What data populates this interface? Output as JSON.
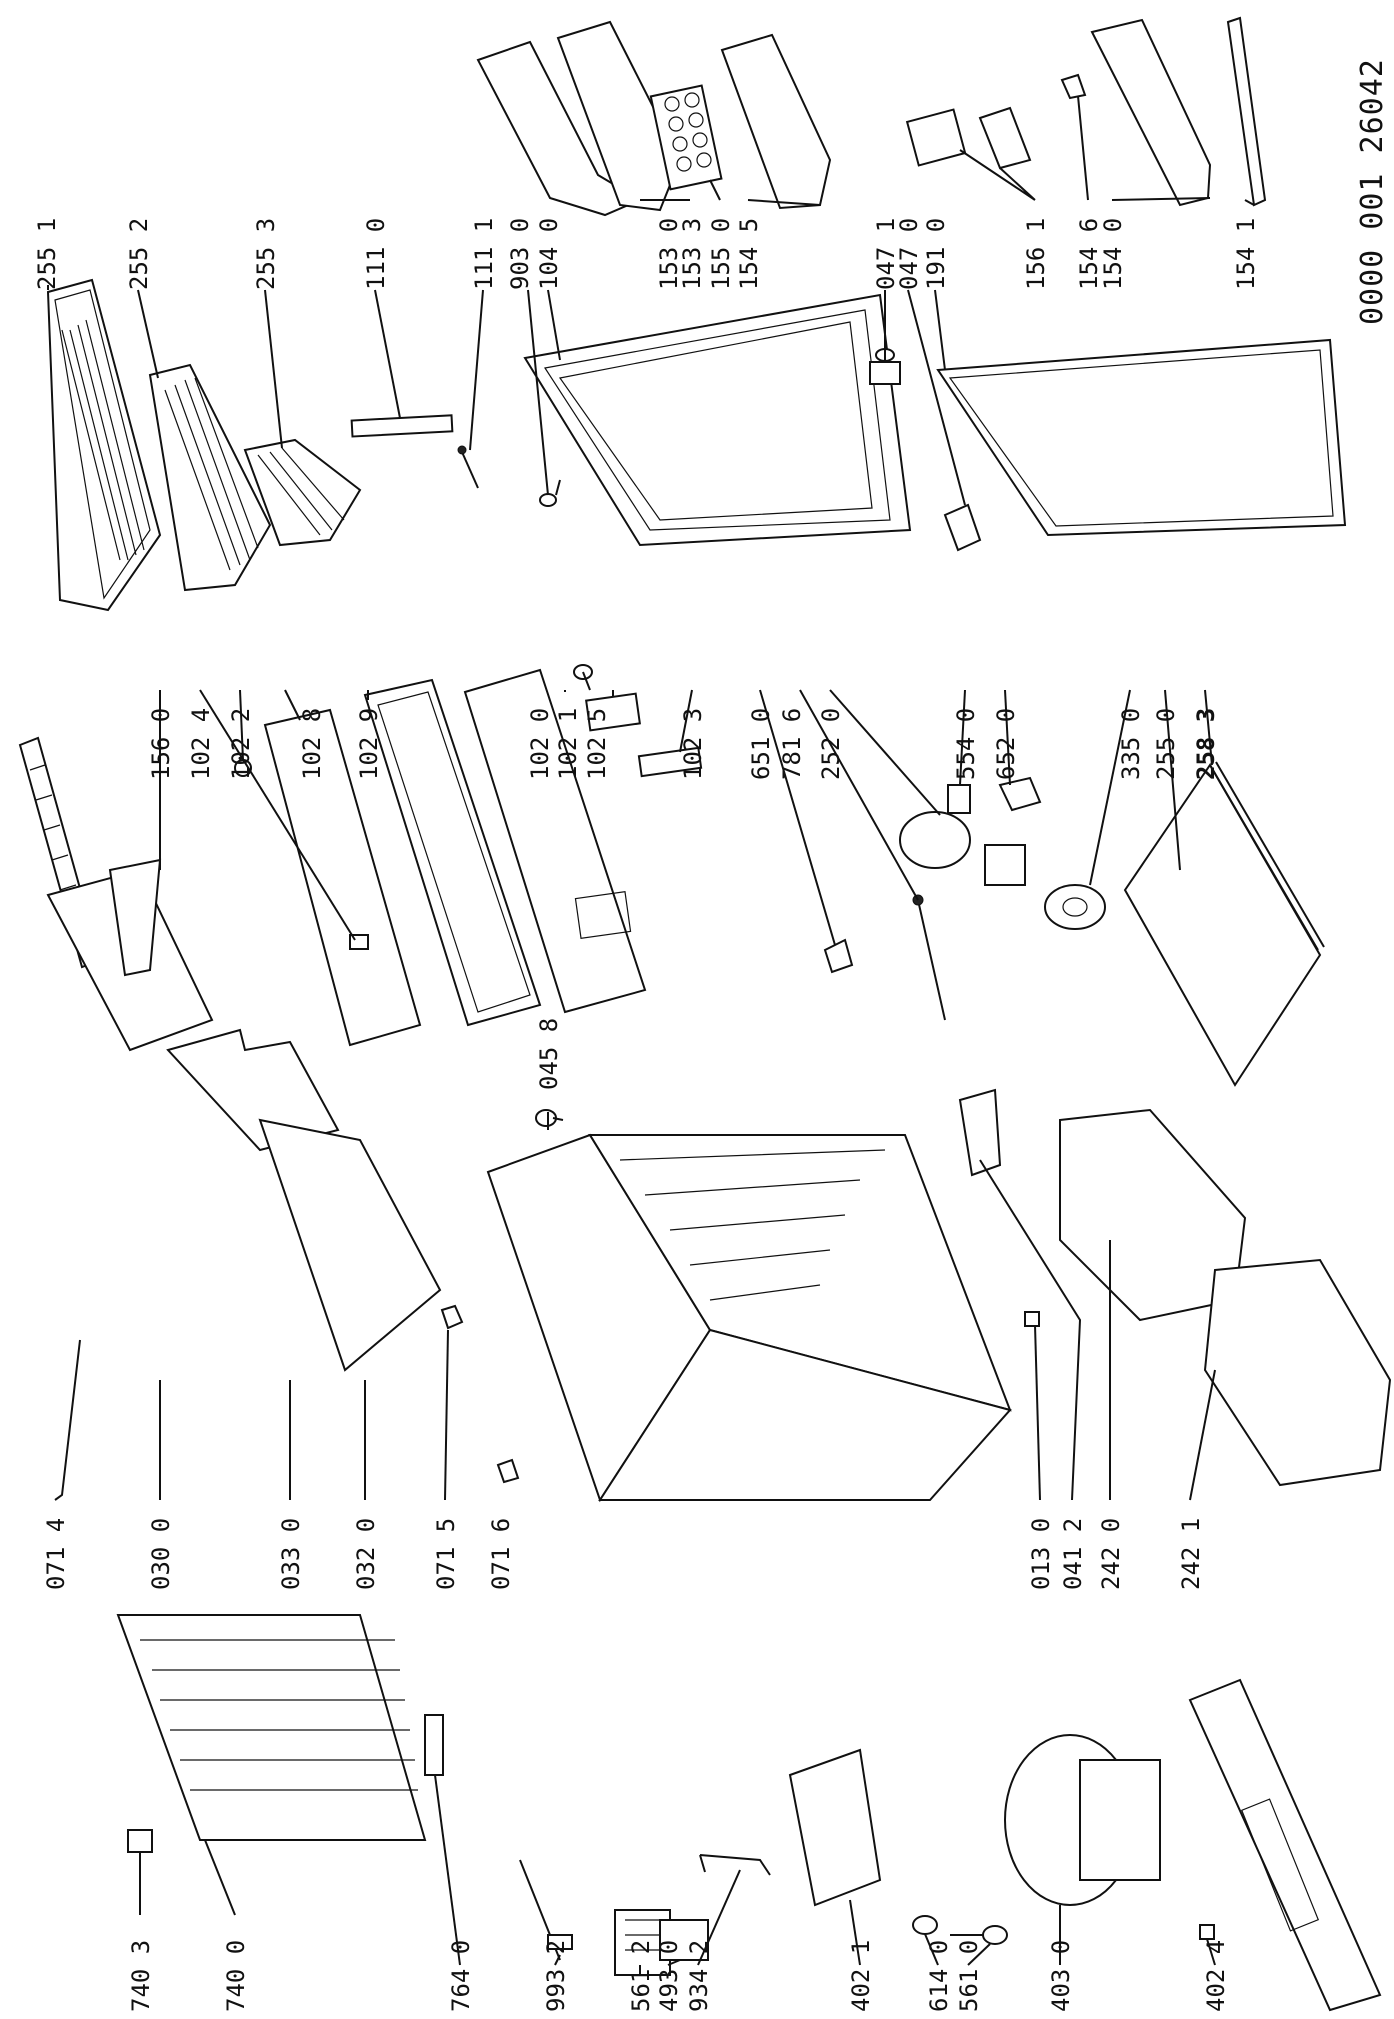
{
  "document_number": "0000 001 26042",
  "parts": [
    {
      "id": "p-2551",
      "label": "255 1"
    },
    {
      "id": "p-2552",
      "label": "255 2"
    },
    {
      "id": "p-2553",
      "label": "255 3"
    },
    {
      "id": "p-1110",
      "label": "111 0"
    },
    {
      "id": "p-1111",
      "label": "111 1"
    },
    {
      "id": "p-9030",
      "label": "903 0"
    },
    {
      "id": "p-1040",
      "label": "104 0"
    },
    {
      "id": "p-1530",
      "label": "153 0"
    },
    {
      "id": "p-1533",
      "label": "153 3"
    },
    {
      "id": "p-1550",
      "label": "155 0"
    },
    {
      "id": "p-1545",
      "label": "154 5"
    },
    {
      "id": "p-0471",
      "label": "047 1"
    },
    {
      "id": "p-0470",
      "label": "047 0"
    },
    {
      "id": "p-1910",
      "label": "191 0"
    },
    {
      "id": "p-1561",
      "label": "156 1"
    },
    {
      "id": "p-1546",
      "label": "154 6"
    },
    {
      "id": "p-1540",
      "label": "154 0"
    },
    {
      "id": "p-1541",
      "label": "154 1"
    },
    {
      "id": "p-1560",
      "label": "156 0"
    },
    {
      "id": "p-1024",
      "label": "102 4"
    },
    {
      "id": "p-1022",
      "label": "102 2"
    },
    {
      "id": "p-1028",
      "label": "102 8"
    },
    {
      "id": "p-1029",
      "label": "102 9"
    },
    {
      "id": "p-1020",
      "label": "102 0"
    },
    {
      "id": "p-1021",
      "label": "102 1"
    },
    {
      "id": "p-1025",
      "label": "102 5"
    },
    {
      "id": "p-1023",
      "label": "102 3"
    },
    {
      "id": "p-6510",
      "label": "651 0"
    },
    {
      "id": "p-7816",
      "label": "781 6"
    },
    {
      "id": "p-2520",
      "label": "252 0"
    },
    {
      "id": "p-5540",
      "label": "554 0"
    },
    {
      "id": "p-6520",
      "label": "652 0"
    },
    {
      "id": "p-3350",
      "label": "335 0"
    },
    {
      "id": "p-2550",
      "label": "255 0"
    },
    {
      "id": "p-2583",
      "label": "258 3"
    },
    {
      "id": "p-0458",
      "label": "045 8"
    },
    {
      "id": "p-0714",
      "label": "071 4"
    },
    {
      "id": "p-0300",
      "label": "030 0"
    },
    {
      "id": "p-0330",
      "label": "033 0"
    },
    {
      "id": "p-0320",
      "label": "032 0"
    },
    {
      "id": "p-0715",
      "label": "071 5"
    },
    {
      "id": "p-0716",
      "label": "071 6"
    },
    {
      "id": "p-0130",
      "label": "013 0"
    },
    {
      "id": "p-0412",
      "label": "041 2"
    },
    {
      "id": "p-2420",
      "label": "242 0"
    },
    {
      "id": "p-2421",
      "label": "242 1"
    },
    {
      "id": "p-7403",
      "label": "740 3"
    },
    {
      "id": "p-7400",
      "label": "740 0"
    },
    {
      "id": "p-7640",
      "label": "764 0"
    },
    {
      "id": "p-9932",
      "label": "993 2"
    },
    {
      "id": "p-5612",
      "label": "561 2"
    },
    {
      "id": "p-4930",
      "label": "493 0"
    },
    {
      "id": "p-9342",
      "label": "934 2"
    },
    {
      "id": "p-4021",
      "label": "402 1"
    },
    {
      "id": "p-6140",
      "label": "614 0"
    },
    {
      "id": "p-5610",
      "label": "561 0"
    },
    {
      "id": "p-4030",
      "label": "403 0"
    },
    {
      "id": "p-4024",
      "label": "402 4"
    }
  ]
}
